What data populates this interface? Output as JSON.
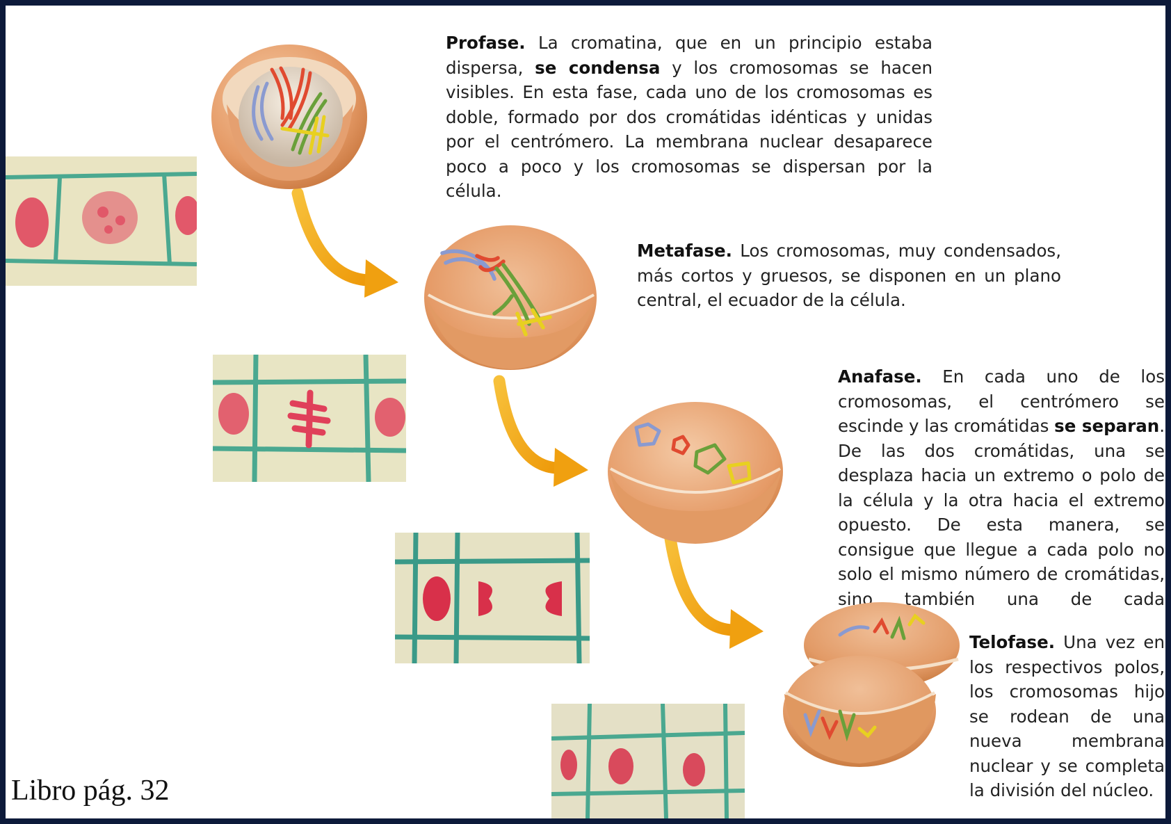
{
  "phases": [
    {
      "id": "profase",
      "title": "Profase.",
      "parts": [
        {
          "t": " La cromatina, que en un principio estaba dispersa, ",
          "b": false
        },
        {
          "t": "se condensa",
          "b": true
        },
        {
          "t": " y los cromosomas se hacen visibles. En esta fase, cada uno de los cromosomas es doble, formado por dos cromátidas idénticas y unidas por el centrómero. La membrana nuclear desaparece poco a poco y los cromosomas se dispersan por la célula.",
          "b": false
        }
      ]
    },
    {
      "id": "metafase",
      "title": "Metafase.",
      "parts": [
        {
          "t": " Los cromosomas, muy condensados, más cortos y gruesos, se disponen en un plano central, el ecuador de la célula.",
          "b": false
        }
      ]
    },
    {
      "id": "anafase",
      "title": "Anafase.",
      "parts": [
        {
          "t": " En cada uno de los cromosomas, el centrómero se escinde y las cromátidas ",
          "b": false
        },
        {
          "t": "se separan",
          "b": true
        },
        {
          "t": ". De las dos cromátidas, una se desplaza hacia un extremo o polo de la célula y la otra hacia el extremo opuesto. De esta manera, se consigue que llegue a cada polo no solo el mismo número de cromátidas, sino también una de cada cromosoma.",
          "b": false
        }
      ]
    },
    {
      "id": "telofase",
      "title": "Telofase.",
      "parts": [
        {
          "t": " Una vez en los respectivos polos, los cromosomas hijo se rodean de una nueva membrana nuclear y se completa la división del núcleo.",
          "b": false
        }
      ]
    }
  ],
  "caption": "Libro pág. 32",
  "colors": {
    "frame": "#0d1a3a",
    "cell": "#e8a070",
    "arrow": "#f0a010",
    "chromosomes": [
      "#8a9ad0",
      "#e04a30",
      "#6aa03a",
      "#e8d020"
    ],
    "tissue_bg": "#e8e6c0",
    "tissue_wall": "#4aa890",
    "nucleus": "#e0405a"
  }
}
